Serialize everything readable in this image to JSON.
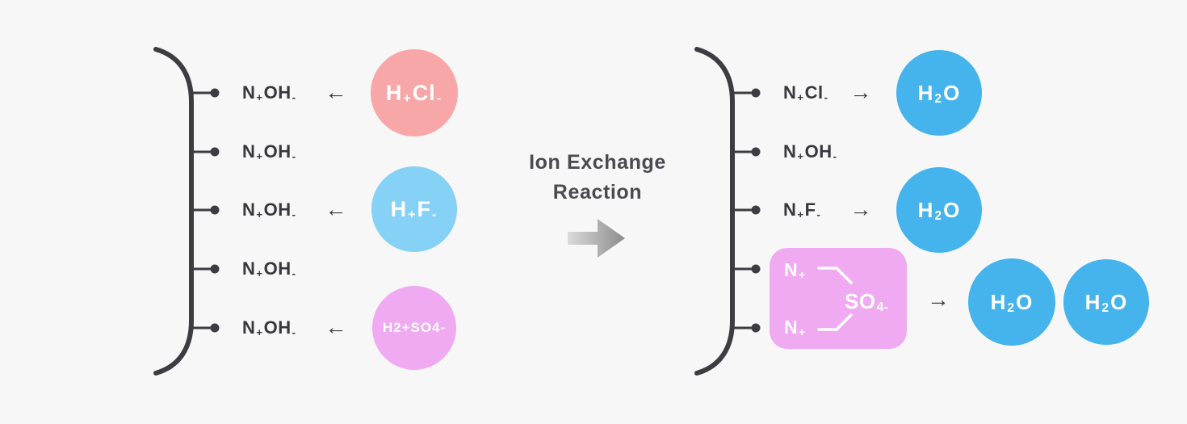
{
  "palette": {
    "background": "#F7F7F7",
    "ink": "#3C3C41",
    "title_text": "#4A4A4F",
    "salmon": "#F7A7A7",
    "sky_blue": "#86D1F6",
    "orchid": "#F0AAF2",
    "water_blue": "#45B3EC",
    "bond_white": "#FFFFFF",
    "arrow_gradient_light": "#DEDEDE",
    "arrow_gradient_dark": "#8A8A8A"
  },
  "center": {
    "title_line1": "Ion Exchange",
    "title_line2": "Reaction",
    "arrow_icon": "right-gradient-arrow"
  },
  "left_panel": {
    "rows": [
      {
        "f": [
          "N",
          "+",
          "OH",
          "-"
        ],
        "arrow": "←",
        "molecule": {
          "f": [
            "H",
            "+",
            "Cl",
            "-"
          ],
          "color": "#F7A7A7"
        }
      },
      {
        "f": [
          "N",
          "+",
          "OH",
          "-"
        ],
        "arrow": ""
      },
      {
        "f": [
          "N",
          "+",
          "OH",
          "-"
        ],
        "arrow": "←",
        "molecule": {
          "f": [
            "H",
            "+",
            "F",
            "-"
          ],
          "color": "#86D1F6"
        }
      },
      {
        "f": [
          "N",
          "+",
          "OH",
          "-"
        ],
        "arrow": ""
      },
      {
        "f": [
          "N",
          "+",
          "OH",
          "-"
        ],
        "arrow": "←",
        "molecule": {
          "f": [
            "H2+SO4-"
          ],
          "color": "#F0AAF2"
        }
      }
    ]
  },
  "right_panel": {
    "rows": [
      {
        "f": [
          "N",
          "+",
          "Cl",
          "-"
        ],
        "arrow": "→",
        "molecule": {
          "f": [
            "H",
            "2",
            "O"
          ],
          "color": "#45B3EC"
        }
      },
      {
        "f": [
          "N",
          "+",
          "OH",
          "-"
        ],
        "arrow": ""
      },
      {
        "f": [
          "N",
          "+",
          "F",
          "-"
        ],
        "arrow": "→",
        "molecule": {
          "f": [
            "H",
            "2",
            "O"
          ],
          "color": "#45B3EC"
        }
      }
    ],
    "sulfate_group": {
      "box_color": "#F0AAF2",
      "n_top": [
        "N",
        "+"
      ],
      "n_bottom": [
        "N",
        "+"
      ],
      "so4": [
        "SO",
        "4-"
      ],
      "arrow": "→",
      "products": [
        {
          "f": [
            "H",
            "2",
            "O"
          ],
          "color": "#45B3EC"
        },
        {
          "f": [
            "H",
            "2",
            "O"
          ],
          "color": "#45B3EC"
        }
      ]
    }
  }
}
